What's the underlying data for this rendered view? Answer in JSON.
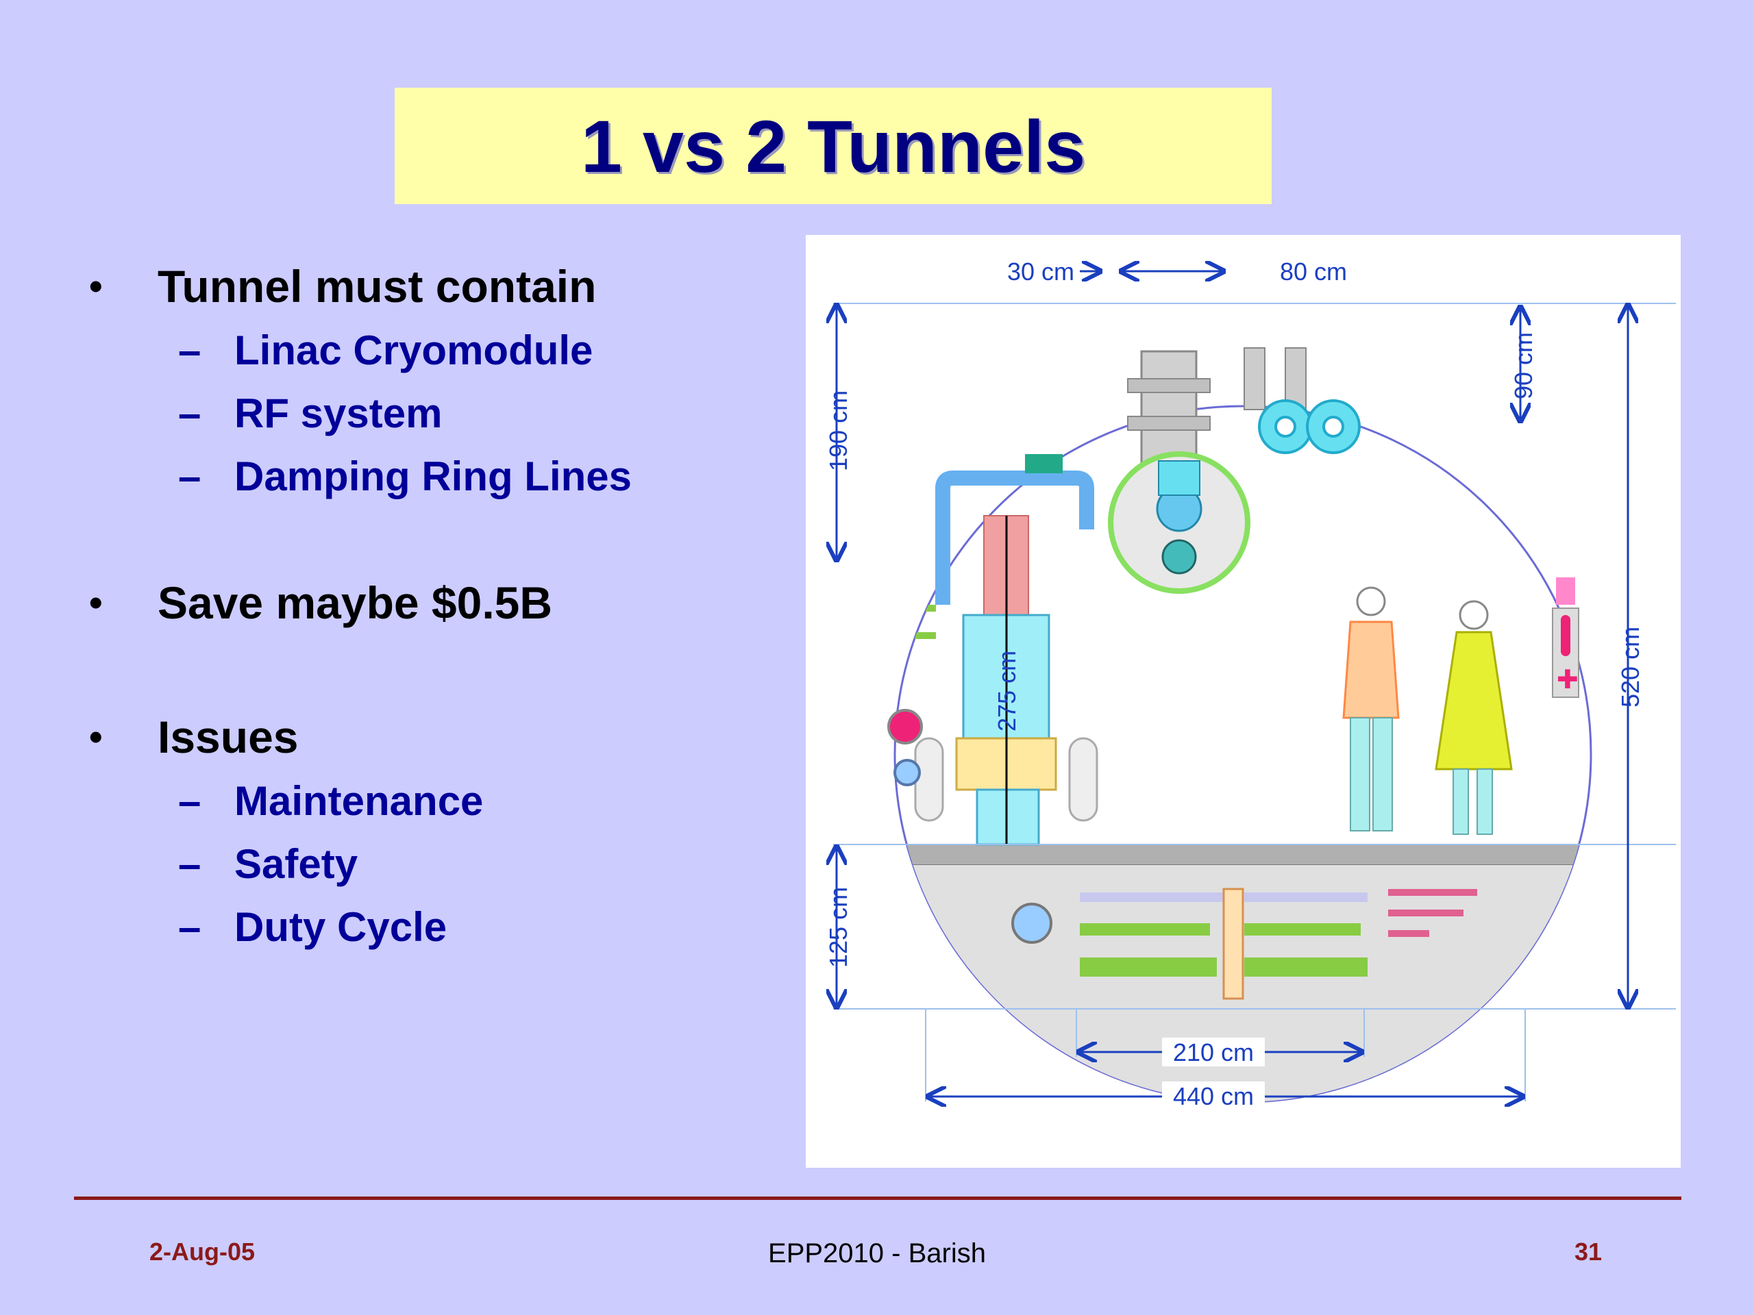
{
  "slide": {
    "title": "1 vs 2 Tunnels",
    "bullets": [
      {
        "text": "Tunnel must contain",
        "sub": [
          "Linac Cryomodule",
          "RF system",
          "Damping Ring Lines"
        ]
      },
      {
        "text": "Save maybe $0.5B",
        "sub": []
      },
      {
        "text": "Issues",
        "sub": [
          "Maintenance",
          "Safety",
          "Duty Cycle"
        ]
      }
    ],
    "bullet_mark": "•",
    "sub_mark": "–"
  },
  "figure": {
    "dimensions": {
      "top_left": "30 cm",
      "top_right": "80 cm",
      "top_right_vertical": "90 cm",
      "left_upper": "190 cm",
      "left_lower": "125 cm",
      "right": "520 cm",
      "inner": "275 cm",
      "bottom_inner": "210 cm",
      "bottom_outer": "440 cm"
    }
  },
  "footer": {
    "date": "2-Aug-05",
    "center": "EPP2010  - Barish",
    "page": "31"
  },
  "colors": {
    "background": "#ccccff",
    "title_box": "#ffffaa",
    "title_text": "#000080",
    "sub_text": "#000099",
    "footer_accent": "#8b1a1a",
    "dimension_lines": "#1a3fbf"
  }
}
